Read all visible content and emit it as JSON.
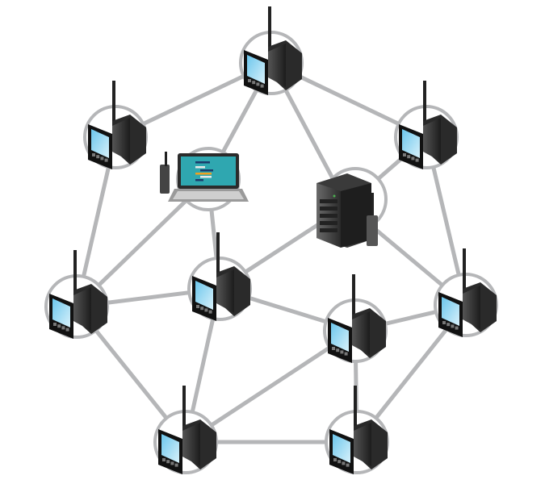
{
  "diagram": {
    "type": "wireless-mesh-network",
    "colors": {
      "link": "#b5b6b8",
      "ring": "#b5b6b8",
      "screen": "#8fd3f0",
      "laptop_screen": "#2fa7b0",
      "device_body": "#2a2a2a"
    },
    "nodes": [
      {
        "id": "n1",
        "type": "wireless-meter"
      },
      {
        "id": "n2",
        "type": "wireless-meter"
      },
      {
        "id": "n3",
        "type": "wireless-meter"
      },
      {
        "id": "laptop",
        "type": "laptop"
      },
      {
        "id": "server",
        "type": "server-gateway"
      },
      {
        "id": "n4",
        "type": "wireless-meter"
      },
      {
        "id": "n5",
        "type": "wireless-meter"
      },
      {
        "id": "n6",
        "type": "wireless-meter"
      },
      {
        "id": "n7",
        "type": "wireless-meter"
      },
      {
        "id": "n8",
        "type": "wireless-meter"
      },
      {
        "id": "n9",
        "type": "wireless-meter"
      }
    ],
    "edges": [
      [
        "n1",
        "n2"
      ],
      [
        "n1",
        "n3"
      ],
      [
        "n1",
        "laptop"
      ],
      [
        "n1",
        "server"
      ],
      [
        "n2",
        "n4"
      ],
      [
        "n3",
        "server"
      ],
      [
        "n3",
        "n6"
      ],
      [
        "laptop",
        "n4"
      ],
      [
        "laptop",
        "n5"
      ],
      [
        "server",
        "n5"
      ],
      [
        "server",
        "n6"
      ],
      [
        "n4",
        "n5"
      ],
      [
        "n4",
        "n8"
      ],
      [
        "n5",
        "n7"
      ],
      [
        "n5",
        "n8"
      ],
      [
        "n7",
        "n6"
      ],
      [
        "n7",
        "n8"
      ],
      [
        "n7",
        "n9"
      ],
      [
        "n8",
        "n9"
      ],
      [
        "n9",
        "n6"
      ]
    ]
  }
}
